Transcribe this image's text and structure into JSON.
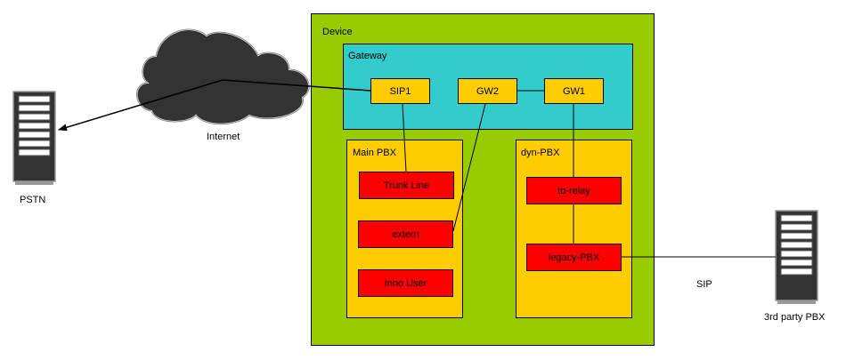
{
  "diagram": {
    "device": {
      "label": "Device",
      "fill": "#99cc00"
    },
    "gateway": {
      "label": "Gateway",
      "fill": "#33cccc",
      "nodes": {
        "sip1": "SIP1",
        "gw2": "GW2",
        "gw1": "GW1"
      },
      "node_fill": "#ffcc00"
    },
    "main_pbx": {
      "label": "Main PBX",
      "fill": "#ffcc00",
      "items": {
        "trunk_line": "Trunk Line",
        "extern": "extern",
        "inno_user": "Inno User"
      }
    },
    "dyn_pbx": {
      "label": "dyn-PBX",
      "fill": "#ffcc00",
      "items": {
        "to_relay": "to-relay",
        "legacy_pbx": "legacy-PBX"
      }
    },
    "item_fill": "#ff0000",
    "internet": {
      "label": "Internet",
      "fill": "#333333"
    },
    "pstn": {
      "label": "PSTN"
    },
    "third_party_pbx": {
      "label": "3rd party PBX"
    },
    "sip_link_label": "SIP"
  }
}
